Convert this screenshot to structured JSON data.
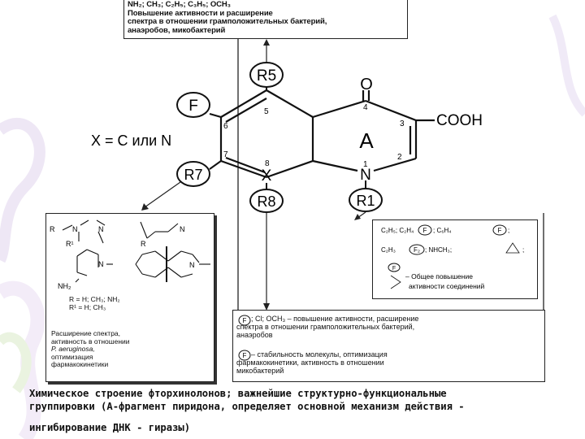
{
  "top_box": {
    "line1": "NH₂; CH₃; C₂H₅; C₃H₅; OCH₃",
    "line2": "Повышение активности и расширение",
    "line3": "спектра  в отношении грамположительных бактерий,",
    "line4": "анаэробов, микобактерий"
  },
  "structure": {
    "r5": "R5",
    "f_sub": "F",
    "o_atom": "O",
    "cooh": "COOH",
    "ring_label": "A",
    "x_atom": "X",
    "n_atom": "N",
    "r7": "R7",
    "r8": "R8",
    "r1": "R1",
    "x_note": "X = C или N",
    "pos_1": "1",
    "pos_2": "2",
    "pos_3": "3",
    "pos_4": "4",
    "pos_5": "5",
    "pos_6": "6",
    "pos_7": "7",
    "pos_8": "8"
  },
  "left_box": {
    "r_label": "R",
    "r1_label": "R¹",
    "n_label": "N",
    "nh2_label": "NH₂",
    "subst_line1": "R = H; CH₃; NH₂",
    "subst_line2": "R¹ = H; CH₃",
    "desc1": "Расширение спектра,",
    "desc2": "активность в отношении",
    "desc3": "P. aeruginosa,",
    "desc4": "оптимизация",
    "desc5": "фармакокинетики"
  },
  "right_box": {
    "line1a": "C₂H₅; C₂H₄",
    "line1b": "; C₆H₄",
    "line1c": ";",
    "line2a": "C₂H₃",
    "line2b": "; NHCH₃;",
    "line2c": ";",
    "f_badge": "F",
    "f2_badge": "F₂",
    "desc1": "– Общее повышение",
    "desc2": "активности соединений"
  },
  "bottom_box": {
    "p1_line1": "; Cl; OCH₃ – повышение активности, расширение",
    "p1_line2": "спектра  в отношении грамположительных бактерий,",
    "p1_line3": "анаэробов",
    "p2_line1": "– стабильность молекулы, оптимизация",
    "p2_line2": "фармакокинетики, активность в отношении",
    "p2_line3": "микобактерий"
  },
  "caption": {
    "line1": "Химическое строение фторхинолонов; важнейшие структурно-функциональные",
    "line2": "группировки (А-фрагмент пиридона, определяет основной механизм действия -",
    "line3": "ингибирование ДНК - гиразы)"
  }
}
